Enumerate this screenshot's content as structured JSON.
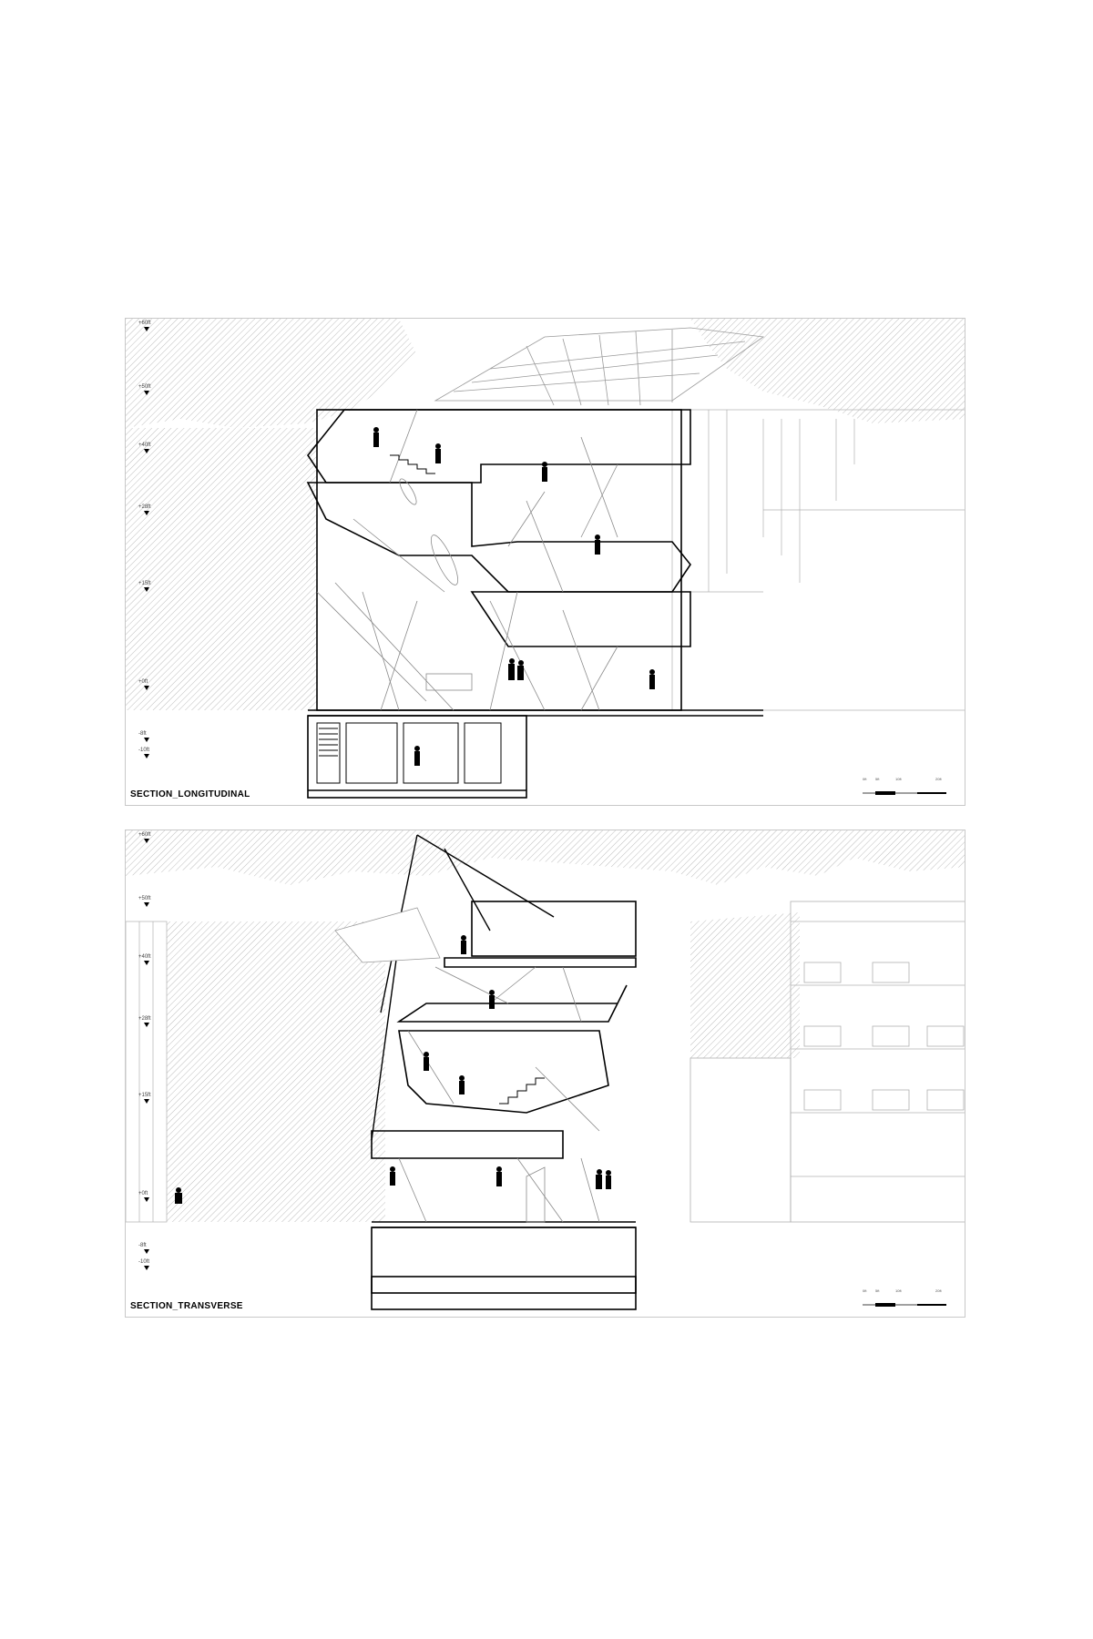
{
  "sections": [
    {
      "id": "longitudinal",
      "title": "SECTION_LONGITUDINAL",
      "levels": [
        "+60ft",
        "+50ft",
        "+40ft",
        "+28ft",
        "+15ft",
        "+0ft",
        "-8ft",
        "-10ft"
      ]
    },
    {
      "id": "transverse",
      "title": "SECTION_TRANSVERSE",
      "levels": [
        "+60ft",
        "+50ft",
        "+40ft",
        "+28ft",
        "+15ft",
        "+0ft",
        "-8ft",
        "-10ft"
      ]
    }
  ],
  "scale_bar": {
    "ticks": [
      "0ft",
      "5ft",
      "10ft",
      "20ft"
    ]
  },
  "colors": {
    "line": "#000000",
    "thin_line": "#9a9a9a",
    "hatch": "#bdbdbd",
    "frame": "#c8c8c8"
  }
}
